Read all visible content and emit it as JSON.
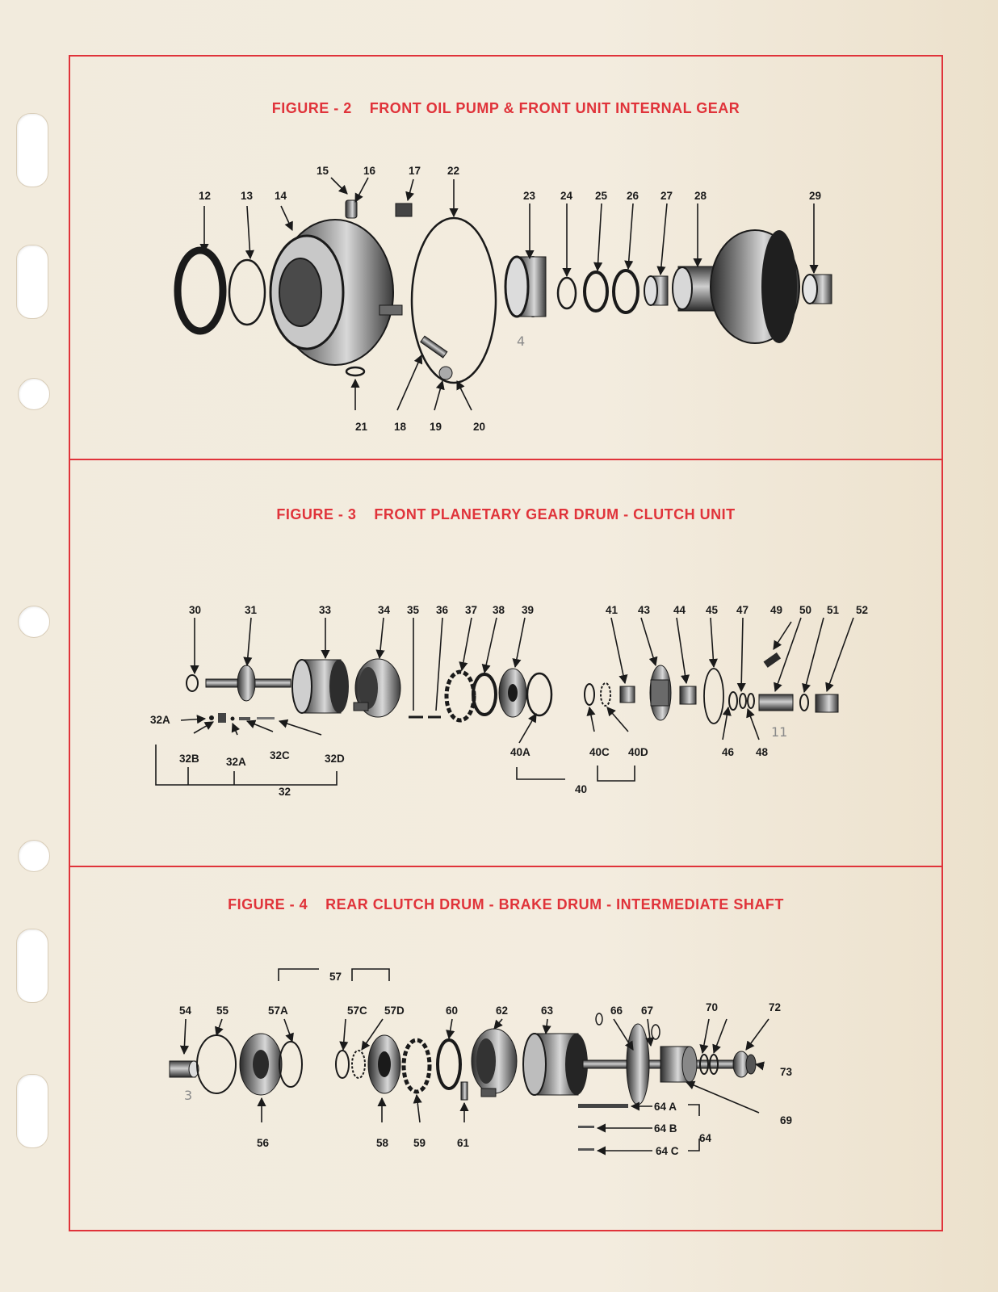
{
  "figures": [
    {
      "title": "FIGURE - 2    FRONT OIL PUMP & FRONT UNIT INTERNAL GEAR"
    },
    {
      "title": "FIGURE - 3    FRONT PLANETARY GEAR DRUM - CLUTCH UNIT"
    },
    {
      "title": "FIGURE - 4    REAR CLUTCH DRUM - BRAKE DRUM - INTERMEDIATE SHAFT"
    }
  ],
  "labels": {
    "f2": [
      "12",
      "13",
      "14",
      "15",
      "16",
      "17",
      "22",
      "23",
      "24",
      "25",
      "26",
      "27",
      "28",
      "29",
      "21",
      "18",
      "19",
      "20"
    ],
    "f3": [
      "30",
      "31",
      "33",
      "34",
      "35",
      "36",
      "37",
      "38",
      "39",
      "41",
      "43",
      "44",
      "45",
      "47",
      "49",
      "50",
      "51",
      "52",
      "32A",
      "32B",
      "32A",
      "32C",
      "32D",
      "32",
      "40A",
      "40C",
      "40D",
      "40",
      "46",
      "48"
    ],
    "f4": [
      "57",
      "54",
      "55",
      "57A",
      "57C",
      "57D",
      "60",
      "62",
      "63",
      "66",
      "67",
      "70",
      "72",
      "73",
      "56",
      "58",
      "59",
      "61",
      "64 A",
      "64 B",
      "64",
      "64 C",
      "69"
    ]
  },
  "pencil_marks": [
    "4",
    "11",
    "3"
  ],
  "colors": {
    "frame": "#e0333a",
    "paper": "#efe6d6",
    "ink": "#1a1a1a"
  }
}
